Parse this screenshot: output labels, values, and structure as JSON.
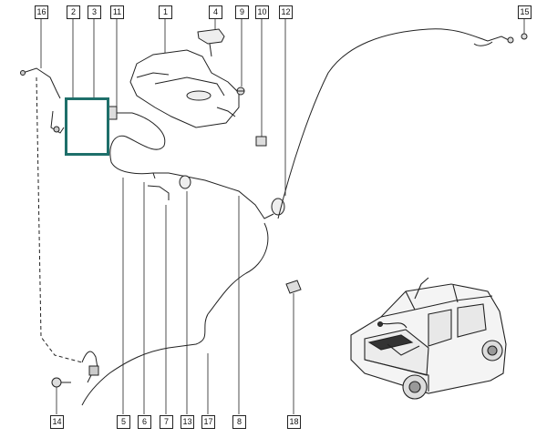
{
  "callouts": {
    "c1": "1",
    "c2": "2",
    "c3": "3",
    "c4": "4",
    "c5": "5",
    "c6": "6",
    "c7": "7",
    "c8": "8",
    "c9": "9",
    "c10": "10",
    "c11": "11",
    "c12": "12",
    "c13": "13",
    "c14": "14",
    "c15": "15",
    "c16": "16",
    "c17": "17",
    "c18": "18"
  },
  "highlighted_part": "3",
  "colors": {
    "line": "#222222",
    "highlight": "#1e6f6a",
    "car_body": "#f2f2f2",
    "car_dark": "#333333"
  }
}
